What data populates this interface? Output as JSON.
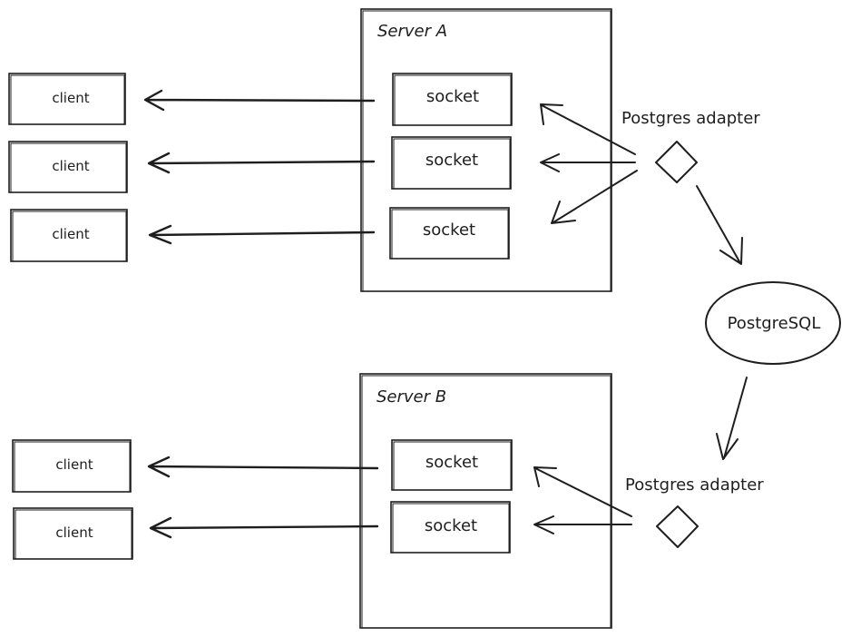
{
  "server_a": {
    "title": "Server A",
    "sockets": [
      "socket",
      "socket",
      "socket"
    ],
    "clients": [
      "client",
      "client",
      "client"
    ]
  },
  "server_b": {
    "title": "Server B",
    "sockets": [
      "socket",
      "socket"
    ],
    "clients": [
      "client",
      "client"
    ]
  },
  "adapter_a": {
    "label": "Postgres adapter"
  },
  "adapter_b": {
    "label": "Postgres adapter"
  },
  "database": {
    "label": "PostgreSQL"
  },
  "colors": {
    "stroke": "#1e1e1e",
    "background": "#ffffff"
  }
}
